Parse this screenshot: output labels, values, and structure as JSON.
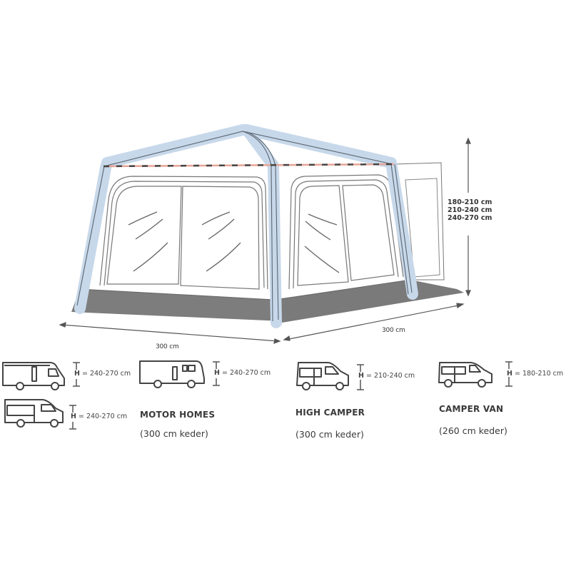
{
  "diagram": {
    "subject": "inflatable-awning",
    "colors": {
      "air_beam": "#c9d9ea",
      "outline": "#555555",
      "skirt": "#7a7a7a",
      "keder_dash": "#e8a090",
      "text": "#3a3a3a"
    },
    "dimensions": {
      "front_width": "300 cm",
      "side_depth": "300 cm",
      "height_ranges": [
        "180-210 cm",
        "210-240 cm",
        "240-270 cm"
      ]
    }
  },
  "vehicles": [
    {
      "name": "motorhome-coachbuilt",
      "height_prefix": "H",
      "height": "= 240-270 cm"
    },
    {
      "name": "motorhome-integrated",
      "height_prefix": "H",
      "height": "= 240-270 cm"
    },
    {
      "name": "motorhome-panel-van",
      "height_prefix": "H",
      "height": "= 240-270 cm"
    },
    {
      "name": "high-camper",
      "height_prefix": "H",
      "height": "= 210-240 cm"
    },
    {
      "name": "camper-van",
      "height_prefix": "H",
      "height": "= 180-210 cm"
    }
  ],
  "categories": [
    {
      "title": "MOTOR HOMES",
      "keder": "(300 cm keder)"
    },
    {
      "title": "HIGH CAMPER",
      "keder": "(300 cm keder)"
    },
    {
      "title": "CAMPER VAN",
      "keder": "(260 cm keder)"
    }
  ]
}
